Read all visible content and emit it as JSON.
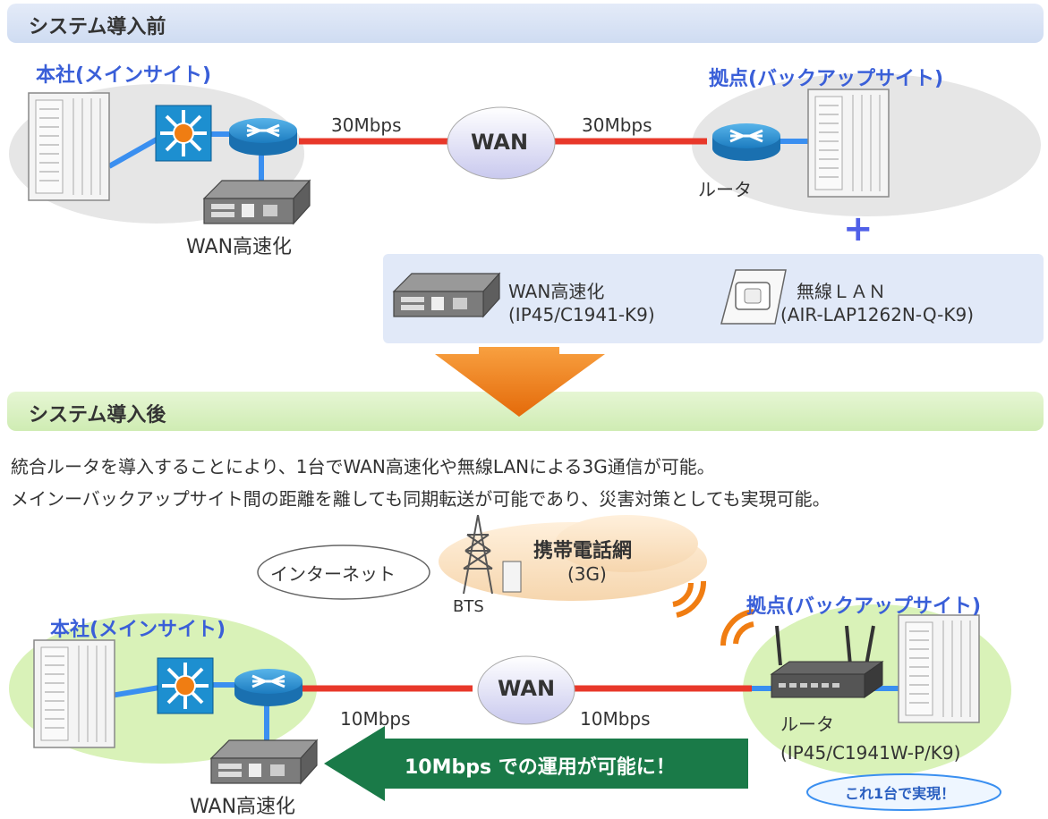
{
  "before": {
    "title": "システム導入前",
    "hq_label": "本社(メインサイト)",
    "branch_label": "拠点(バックアップサイト)",
    "speed_left": "30Mbps",
    "speed_right": "30Mbps",
    "wan": "WAN",
    "router_label": "ルータ",
    "accel_label": "WAN高速化",
    "plus": "+",
    "added": {
      "accel_name": "WAN高速化",
      "accel_model": "(IP45/C1941-K9)",
      "wlan_name": "無線ＬＡＮ",
      "wlan_model": "(AIR-LAP1262N-Q-K9)"
    }
  },
  "after": {
    "title": "システム導入後",
    "desc1": "統合ルータを導入することにより、1台でWAN高速化や無線LANによる3G通信が可能。",
    "desc2": "メインーバックアップサイト間の距離を離しても同期転送が可能であり、災害対策としても実現可能。",
    "internet": "インターネット",
    "mobile": "携帯電話網",
    "mobile_sub": "(3G)",
    "bts": "BTS",
    "hq_label": "本社(メインサイト)",
    "branch_label": "拠点(バックアップサイト)",
    "wan": "WAN",
    "speed_left": "10Mbps",
    "speed_right": "10Mbps",
    "router_label": "ルータ",
    "router_model": "(IP45/C1941W-P/K9)",
    "arrow_text": "10Mbps での運用が可能に！",
    "accel_label": "WAN高速化",
    "callout": "これ1台で実現！"
  },
  "colors": {
    "before_bar": "#d7e2f5",
    "after_bar": "#d8efc0",
    "wan_line": "#e8382a",
    "lan_line": "#3a8ff0",
    "site_before": "#e6e6e6",
    "site_after": "#d9f2b8",
    "green_arrow": "#1a7a48",
    "orange_arrow": "#f07d12",
    "label_blue": "#3a5fd8"
  }
}
